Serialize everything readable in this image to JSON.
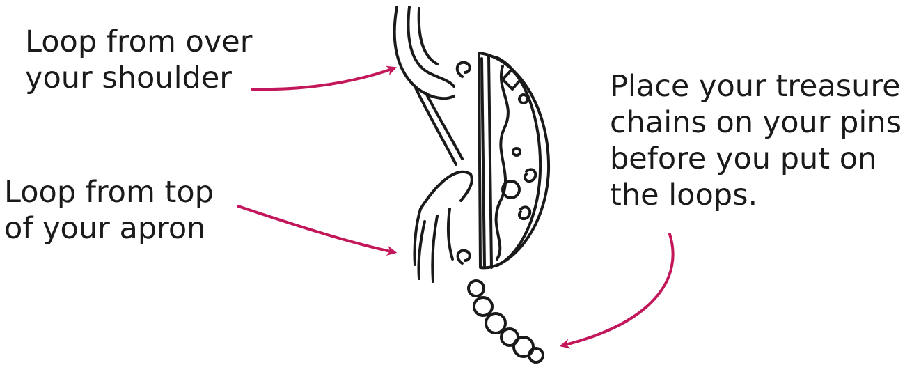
{
  "labels": {
    "shoulder": [
      "Loop from over",
      "your shoulder"
    ],
    "apron": [
      "Loop from top",
      "of your apron"
    ],
    "treasure": [
      "Place your treasure",
      "chains on your pins",
      "before you put on",
      "the loops."
    ]
  },
  "colors": {
    "arrow": "#c2185b",
    "ink": "#1a1a1a",
    "background": "#ffffff"
  }
}
